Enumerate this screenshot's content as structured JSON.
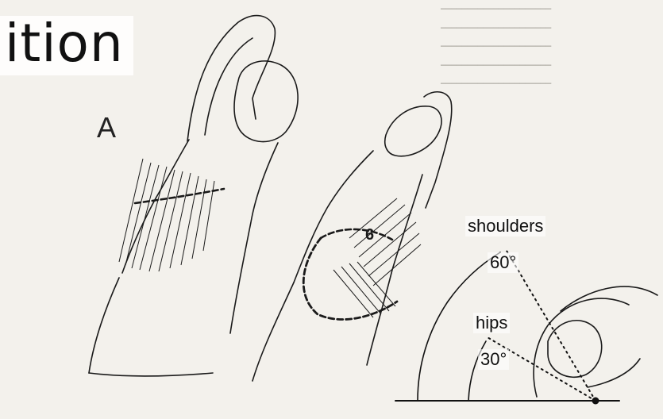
{
  "page": {
    "title": "ition",
    "panel_label": "A"
  },
  "diagram": {
    "labels": {
      "upper": "shoulders",
      "lower": "hips",
      "upper_angle": "60°",
      "lower_angle": "30°",
      "marker": "6"
    },
    "angles_deg": {
      "upper": 60,
      "lower": 30
    }
  },
  "colors": {
    "ink": "#1a1a1a",
    "paper": "#f3f1ec",
    "faint_text": "#9a978f"
  }
}
